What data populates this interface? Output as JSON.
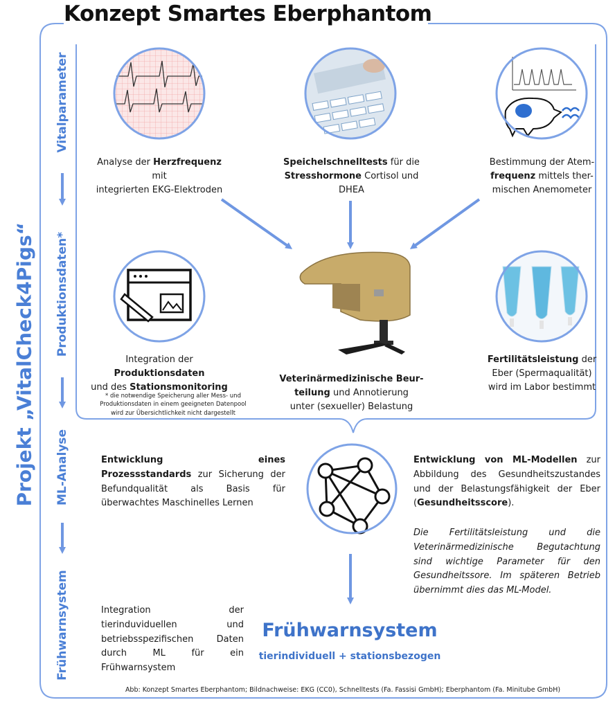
{
  "title": "Konzept Smartes Eberphantom",
  "project_label": "Projekt „VitalCheck4Pigs“",
  "stages": {
    "vital": "Vitalparameter",
    "produktion": "Produktionsdaten*",
    "ml": "ML-Analyse",
    "warn": "Frühwarnsystem"
  },
  "vital": {
    "ekg": {
      "pre": "Analyse der ",
      "bold": "Herzfrequenz",
      "post": " mit",
      "line2": "integrierten EKG-Elektroden"
    },
    "speichel": {
      "bold1": "Speichelschnelltests",
      "post1": " für die",
      "bold2": "Stresshormone",
      "post2": " Cortisol und DHEA"
    },
    "atem": {
      "line1": "Bestimmung der Atem-",
      "bold": "frequenz",
      "post": " mittels ther-",
      "line3": "mischen Anemometer"
    }
  },
  "produktion": {
    "integration": {
      "pre1": "Integration der ",
      "bold1": "Produktionsdaten",
      "pre2": "und des ",
      "bold2": "Stationsmonitoring"
    },
    "note": {
      "line1": "* die notwendige Speicherung aller Mess- und",
      "line2": "Produktionsdaten in einem geeigneten Datenpool",
      "line3": "wird zur Übersichtlichkeit nicht dargestellt"
    },
    "vet": {
      "bold1": "Veterinärmedizinische Beur-",
      "bold2": "teilung",
      "post2": " und Annotierung",
      "line3": "unter (sexueller) Belastung"
    },
    "fert": {
      "bold": "Fertilitätsleistung",
      "post": " der",
      "line2": "Eber (Spermaqualität)",
      "line3": "wird im Labor bestimmt"
    }
  },
  "ml": {
    "left": {
      "bold": "Entwicklung eines Prozessstandards",
      "post": " zur Sicherung der Befundqualität als Basis für überwachtes Maschinelles Lernen"
    },
    "right": {
      "bold1": "Entwicklung von ML-Modellen",
      "post1": " zur Abbildung des Gesundheitszustandes und der Belastungsfähigkeit der Eber (",
      "bold2": "Gesundheitsscore",
      "post2": ")."
    },
    "italic": "Die Fertilitätsleistung und die Veterinärmedizinische Begutachtung sind wichtige Parameter für den Gesundheitssore. Im späteren Betrieb übernimmt dies das ML-Model."
  },
  "warn": {
    "left": "Integration der tierinduviduellen und betriebsspezifischen Daten durch ML für ein Frühwarnsystem",
    "big": "Frühwarnsystem",
    "sub": "tierindividuell + stationsbezogen"
  },
  "caption": "Abb: Konzept Smartes Eberphantom; Bildnachweise: EKG (CC0), Schnelltests (Fa. Fassisi GmbH); Eberphantom (Fa. Minitube GmbH)",
  "colors": {
    "accent": "#4a7fd6",
    "frame": "#7ea3e6"
  }
}
